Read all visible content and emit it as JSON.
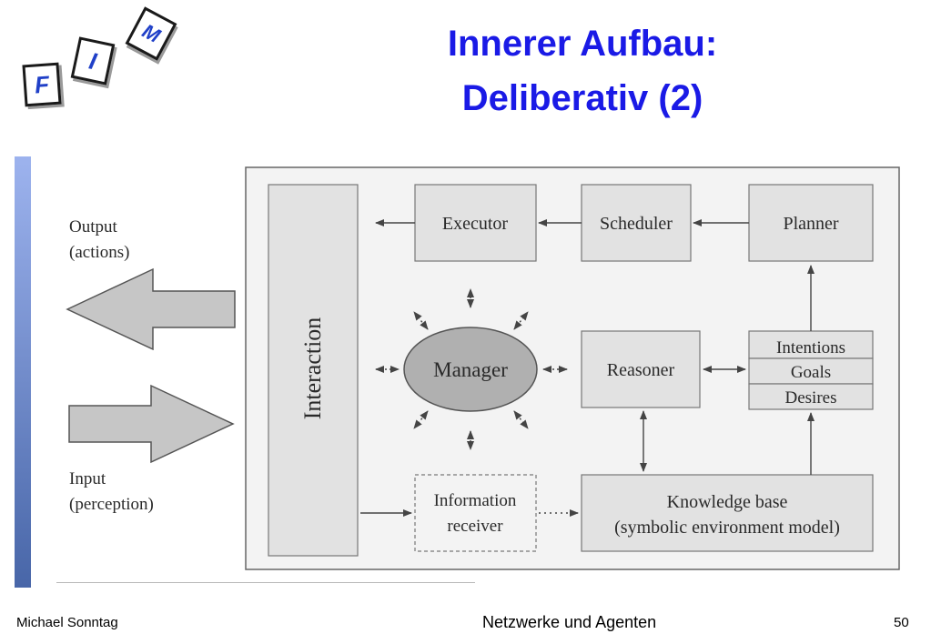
{
  "logo": {
    "letters": [
      "F",
      "I",
      "M"
    ]
  },
  "title": {
    "line1": "Innerer Aufbau:",
    "line2": "Deliberativ (2)"
  },
  "diagram": {
    "output_label": [
      "Output",
      "(actions)"
    ],
    "input_label": [
      "Input",
      "(perception)"
    ],
    "interaction": "Interaction",
    "executor": "Executor",
    "scheduler": "Scheduler",
    "planner": "Planner",
    "manager": "Manager",
    "reasoner": "Reasoner",
    "intentions": "Intentions",
    "goals": "Goals",
    "desires": "Desires",
    "information_receiver": [
      "Information",
      "receiver"
    ],
    "knowledge_base": [
      "Knowledge base",
      "(symbolic environment model)"
    ]
  },
  "footer": {
    "author": "Michael Sonntag",
    "title": "Netzwerke und Agenten",
    "page": "50"
  }
}
